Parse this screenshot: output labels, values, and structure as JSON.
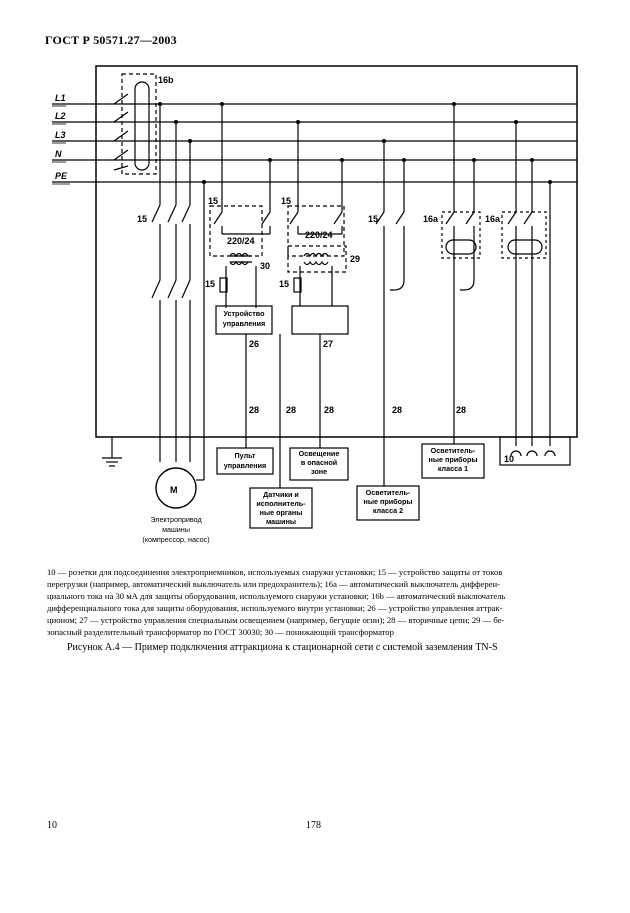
{
  "header": {
    "doc_id": "ГОСТ Р 50571.27—2003"
  },
  "diagram": {
    "bus_labels": [
      "L1",
      "L2",
      "L3",
      "N",
      "PE"
    ],
    "labels": {
      "d16b": "16b",
      "d15a": "15",
      "d15b": "15",
      "d15c": "15",
      "d15d": "15",
      "d15e": "15",
      "d15f": "15",
      "d16a1": "16a",
      "d16a2": "16a",
      "t1": "220/24",
      "t2": "220/24",
      "d30": "30",
      "d29": "29",
      "d26a": "26",
      "d27": "27",
      "d28a": "28",
      "d28b": "28",
      "d28c": "28",
      "d28d": "28",
      "d28e": "28",
      "d10": "10",
      "motor": "M"
    },
    "boxes": {
      "control_device": [
        "Устройство",
        "управления"
      ],
      "remote": [
        "Пульт",
        "управления"
      ],
      "lighting": [
        "Освещение",
        "в опасной",
        "зоне"
      ],
      "lamps1": [
        "Осветитель-",
        "ные приборы",
        "класса 1"
      ],
      "sensors": [
        "Датчики и",
        "исполнитель-",
        "ные органы",
        "машины"
      ],
      "lamps2": [
        "Осветитель-",
        "ные приборы",
        "класса 2"
      ]
    },
    "motor_caption": [
      "Электропривод",
      "машины",
      "(компрессор, насос)"
    ]
  },
  "legend": {
    "lines": [
      "10 — розетки для подсоединения электроприемников, используемых снаружи установки; 15 — устройство защиты от токов",
      "перегрузки (например, автоматический выключатель или предохранитель); 16а — автоматический выключатель дифферен-",
      "циального тока на 30 мА для защиты оборудования, используемого снаружи установки; 16b — автоматический выключатель",
      "дифференциального тока для защиты оборудования, используемого внутри установки; 26 — устройство управления аттрак-",
      "ционом; 27 — устройство управления специальным освещением (например, бегущие огни); 28 — вторичные цепи; 29 — бе-",
      "зопасный разделительный трансформатор по ГОСТ 30030; 30 — понижающий трансформатор"
    ]
  },
  "caption": "Рисунок  А.4 — Пример подключения аттракциона к стационарной сети с системой заземления TN-S",
  "footer": {
    "page_left": "10",
    "page_center": "178"
  }
}
